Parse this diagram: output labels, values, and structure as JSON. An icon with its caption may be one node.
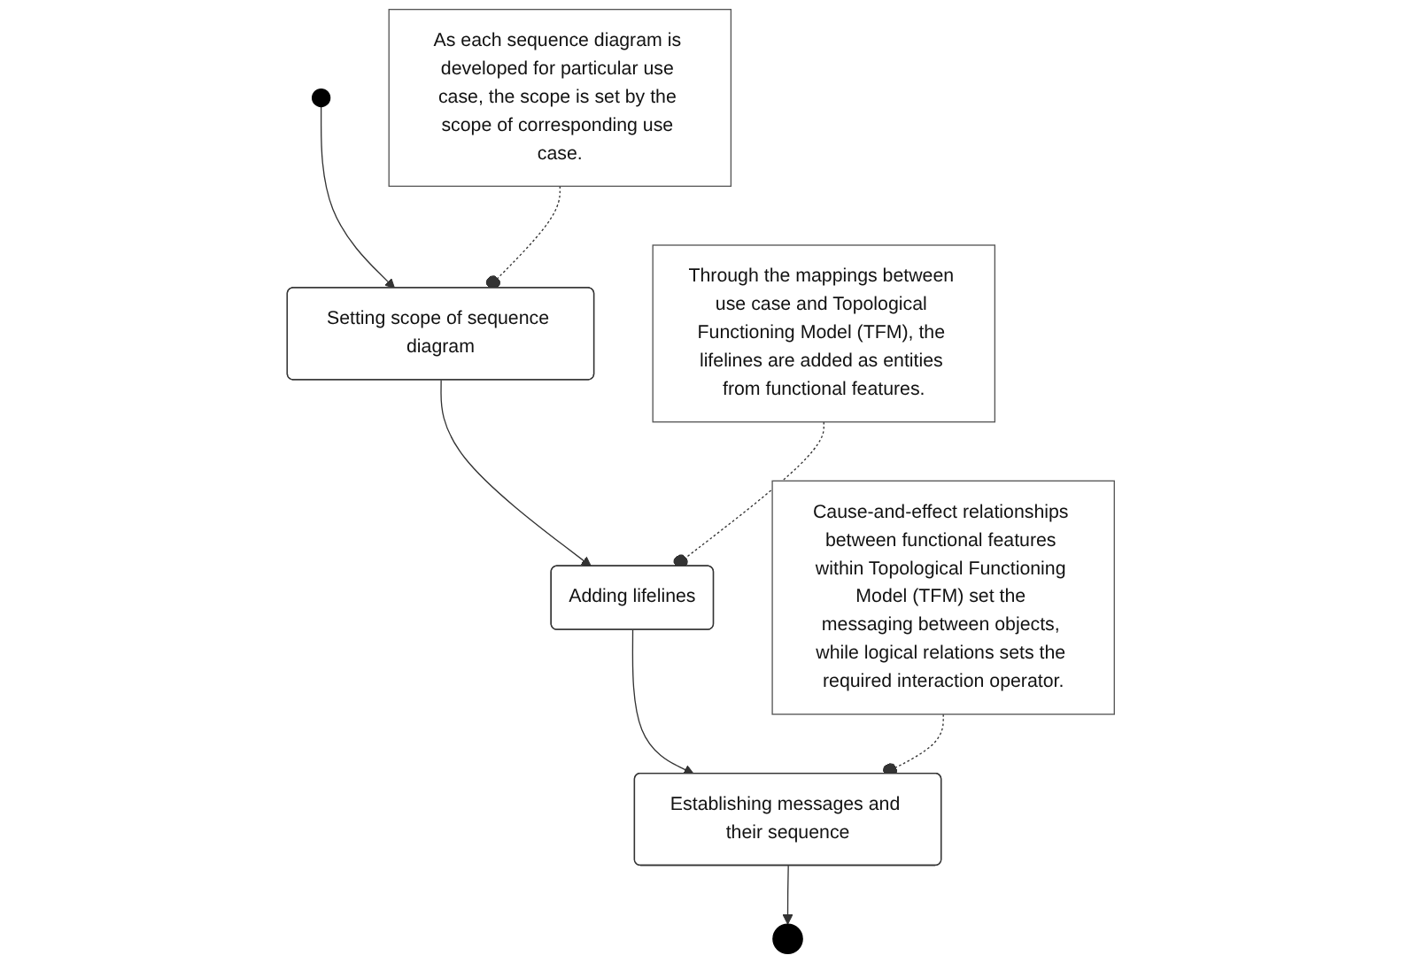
{
  "diagram": {
    "nodes": [
      {
        "text": [],
        "shape": "circle"
      },
      {
        "text": [
          "Setting scope of sequence diagram"
        ]
      },
      {
        "text": [
          "As each sequence diagram is developed for particular use case, the scope is set by the scope of corresponding use case."
        ]
      },
      {
        "text": [
          "Adding lifelines"
        ]
      },
      {
        "text": [
          "Through the mappings between use case and Topological Functioning Model (TFM), the lifelines are added as entities from functional features."
        ]
      },
      {
        "text": [
          "Establishing messages and their sequence"
        ]
      },
      {
        "text": [
          "Cause-and-effect relationships between functional features within Topological Functioning Model (TFM) set the messaging between objects, while logical relations sets the required interaction operator."
        ]
      },
      {
        "text": [],
        "shape": "bullseye"
      }
    ],
    "edges": [
      {
        "from": 0,
        "to": 1,
        "arrow": "to"
      },
      {
        "from": 2,
        "to": 1,
        "arrow": "other",
        "style": "dashed"
      },
      {
        "from": 1,
        "to": 3,
        "arrow": "to"
      },
      {
        "from": 4,
        "to": 3,
        "arrow": "other",
        "style": "dashed"
      },
      {
        "from": 3,
        "to": 5,
        "arrow": "to"
      },
      {
        "from": 6,
        "to": 5,
        "arrow": "other",
        "style": "dashed"
      },
      {
        "from": 5,
        "to": 7,
        "arrow": "to"
      }
    ]
  }
}
